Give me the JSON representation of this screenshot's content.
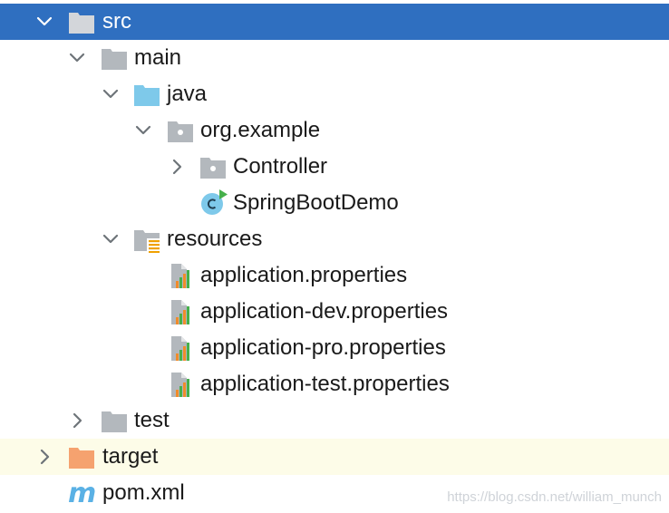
{
  "tree": {
    "src": "src",
    "main": "main",
    "java": "java",
    "org_example": "org.example",
    "controller": "Controller",
    "springbootdemo": "SpringBootDemo",
    "resources": "resources",
    "app_props": "application.properties",
    "app_dev_props": "application-dev.properties",
    "app_pro_props": "application-pro.properties",
    "app_test_props": "application-test.properties",
    "test": "test",
    "target": "target",
    "pom": "pom.xml"
  },
  "watermark": "https://blog.csdn.net/william_munch",
  "colors": {
    "selection": "#2f6fc0",
    "excluded_row": "#fdfce8",
    "folder_gray": "#b3b8bd",
    "source_folder": "#7ec9ea",
    "excluded_folder": "#f5a26f",
    "class_icon": "#7ec9ea",
    "run_badge": "#46b04b",
    "maven": "#5ab1e5"
  },
  "icons": {
    "src": "folder-icon",
    "main": "folder-icon",
    "java": "source-folder-icon",
    "org_example": "package-icon",
    "controller": "package-icon",
    "springbootdemo": "spring-boot-class-icon",
    "resources": "resources-folder-icon",
    "properties": "properties-file-icon",
    "test": "folder-icon",
    "target": "excluded-folder-icon",
    "pom": "maven-file-icon"
  }
}
